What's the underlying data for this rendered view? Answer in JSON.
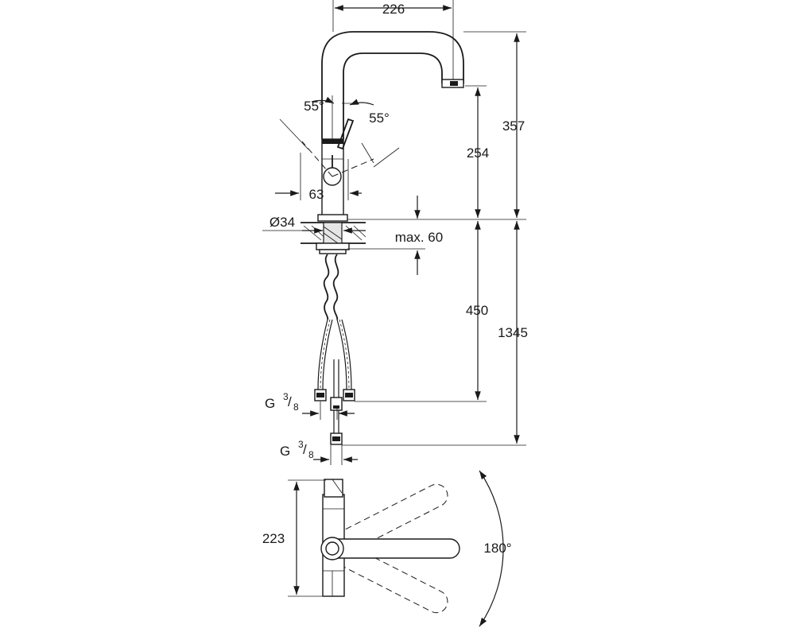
{
  "drawing": {
    "dimensions": {
      "spout_reach": "226",
      "spout_height": "254",
      "total_height_above_deck": "357",
      "handle_offset": "63",
      "mounting_hole": "Ø34",
      "max_deck_thickness": "max. 60",
      "hose_length": "450",
      "total_length": "1345",
      "top_view_depth": "223",
      "lever_angle_left": "55°",
      "lever_angle_right": "55°",
      "spout_rotation": "180°"
    },
    "connections": {
      "thread_upper": {
        "base": "G",
        "num": "3",
        "den": "8"
      },
      "thread_lower": {
        "base": "G",
        "num": "3",
        "den": "8"
      }
    }
  }
}
